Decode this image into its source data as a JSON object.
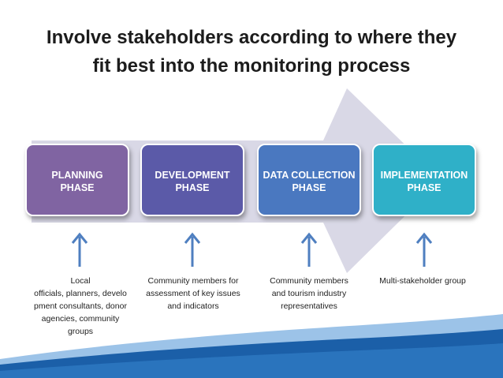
{
  "title": {
    "line1": "Involve stakeholders according to where they",
    "line2": "fit best into the monitoring process"
  },
  "phases": [
    {
      "line1": "PLANNING",
      "line2": "PHASE",
      "color": "#8064a2"
    },
    {
      "line1": "DEVELOPMENT",
      "line2": "PHASE",
      "color": "#5b5aa8"
    },
    {
      "line1": "DATA COLLECTION",
      "line2": "PHASE",
      "color": "#4a78c0"
    },
    {
      "line1": "IMPLEMENTATION",
      "line2": "PHASE",
      "color": "#2fb0c8"
    }
  ],
  "stakeholders": [
    {
      "lines": [
        "Local",
        "officials, planners, develo",
        "pment consultants, donor",
        "agencies, community",
        "groups"
      ]
    },
    {
      "lines": [
        "Community members for",
        "assessment of key issues",
        "and indicators"
      ]
    },
    {
      "lines": [
        "Community members",
        "and tourism industry",
        "representatives"
      ]
    },
    {
      "lines": [
        "Multi-stakeholder group"
      ]
    }
  ],
  "colors": {
    "big_arrow": "#d9d8e6",
    "up_arrow": "#4f7fc0",
    "footer_dark": "#1b5fa8",
    "footer_light": "#9cc3e8"
  }
}
